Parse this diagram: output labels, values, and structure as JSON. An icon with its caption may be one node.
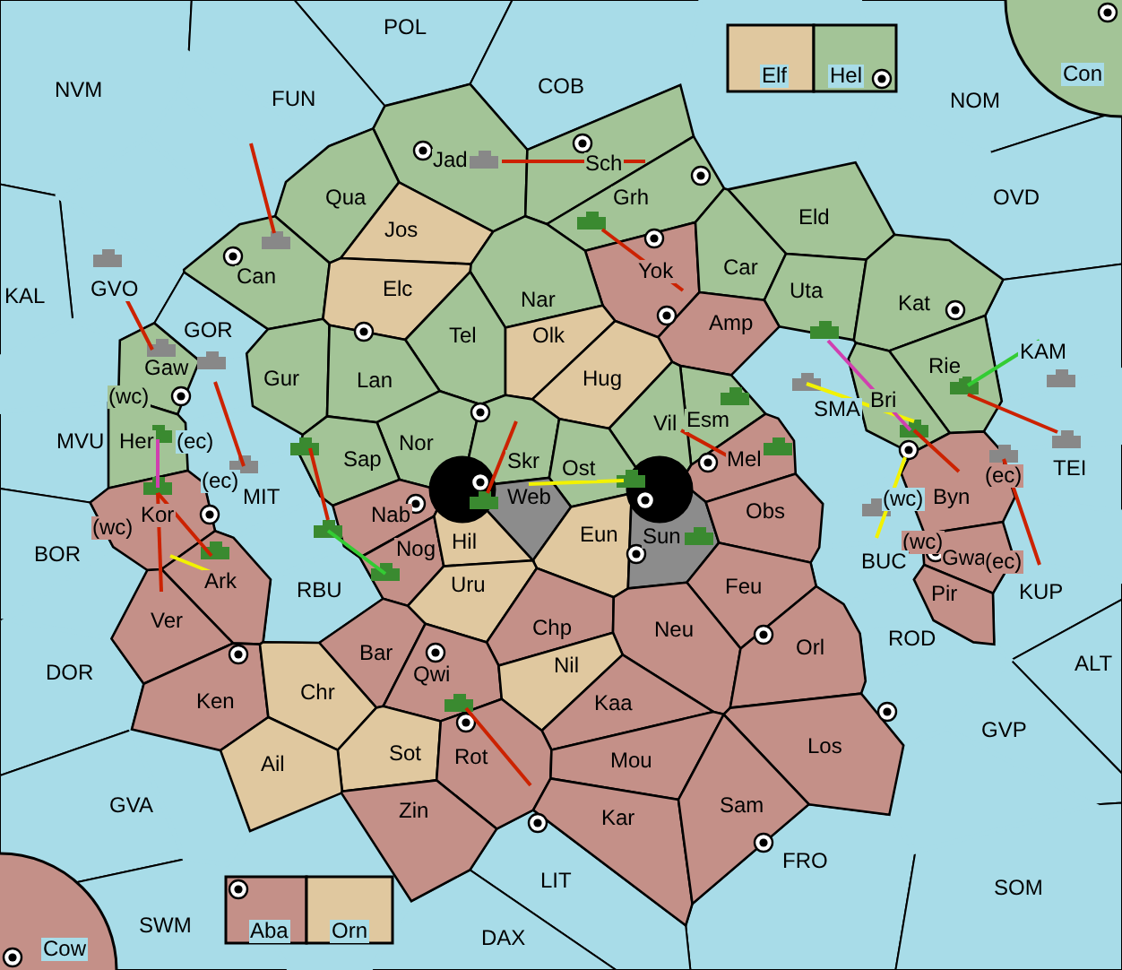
{
  "diagram": {
    "labels": [
      "POL",
      "NVM",
      "FUN",
      "COB",
      "Elf",
      "Hel",
      "Con",
      "NOM",
      "OVD",
      "Jad",
      "Sch",
      "Qua",
      "Grh",
      "Jos",
      "Eld",
      "GVO",
      "Can",
      "Yok",
      "Car",
      "Elc",
      "Nar",
      "KAL",
      "Uta",
      "Kat",
      "Amp",
      "GOR",
      "Tel",
      "Olk",
      "Gaw",
      "Gur",
      "Lan",
      "Hug",
      "Rie",
      "KAM",
      "Bri",
      "Esm",
      "Vil",
      "(wc)",
      "SMA",
      "TEI",
      "MVU",
      "Her",
      "(ec)",
      "Nor",
      "Sap",
      "Skr",
      "Ost",
      "Mel",
      "(ec)",
      "(ec)",
      "Kor",
      "Nab",
      "Web",
      "Byn",
      "(wc)",
      "MIT",
      "Eun",
      "Sun",
      "Obs",
      "(wc)",
      "BOR",
      "Nog",
      "Hil",
      "Ark",
      "RBU",
      "(wc)",
      "BUC",
      "Gwa",
      "(ec)",
      "Uru",
      "Feu",
      "KUP",
      "Pir",
      "Chp",
      "Ver",
      "Neu",
      "Orl",
      "Bar",
      "Qwi",
      "Nil",
      "ROD",
      "ALT",
      "DOR",
      "Ken",
      "Chr",
      "Kaa",
      "GVP",
      "Sot",
      "Los",
      "Rot",
      "Ail",
      "Mou",
      "GVA",
      "Zin",
      "FRO",
      "Kar",
      "Sam",
      "SOM",
      "LIT",
      "Aba",
      "Orn",
      "SWM",
      "DAX",
      "Cow"
    ]
  }
}
